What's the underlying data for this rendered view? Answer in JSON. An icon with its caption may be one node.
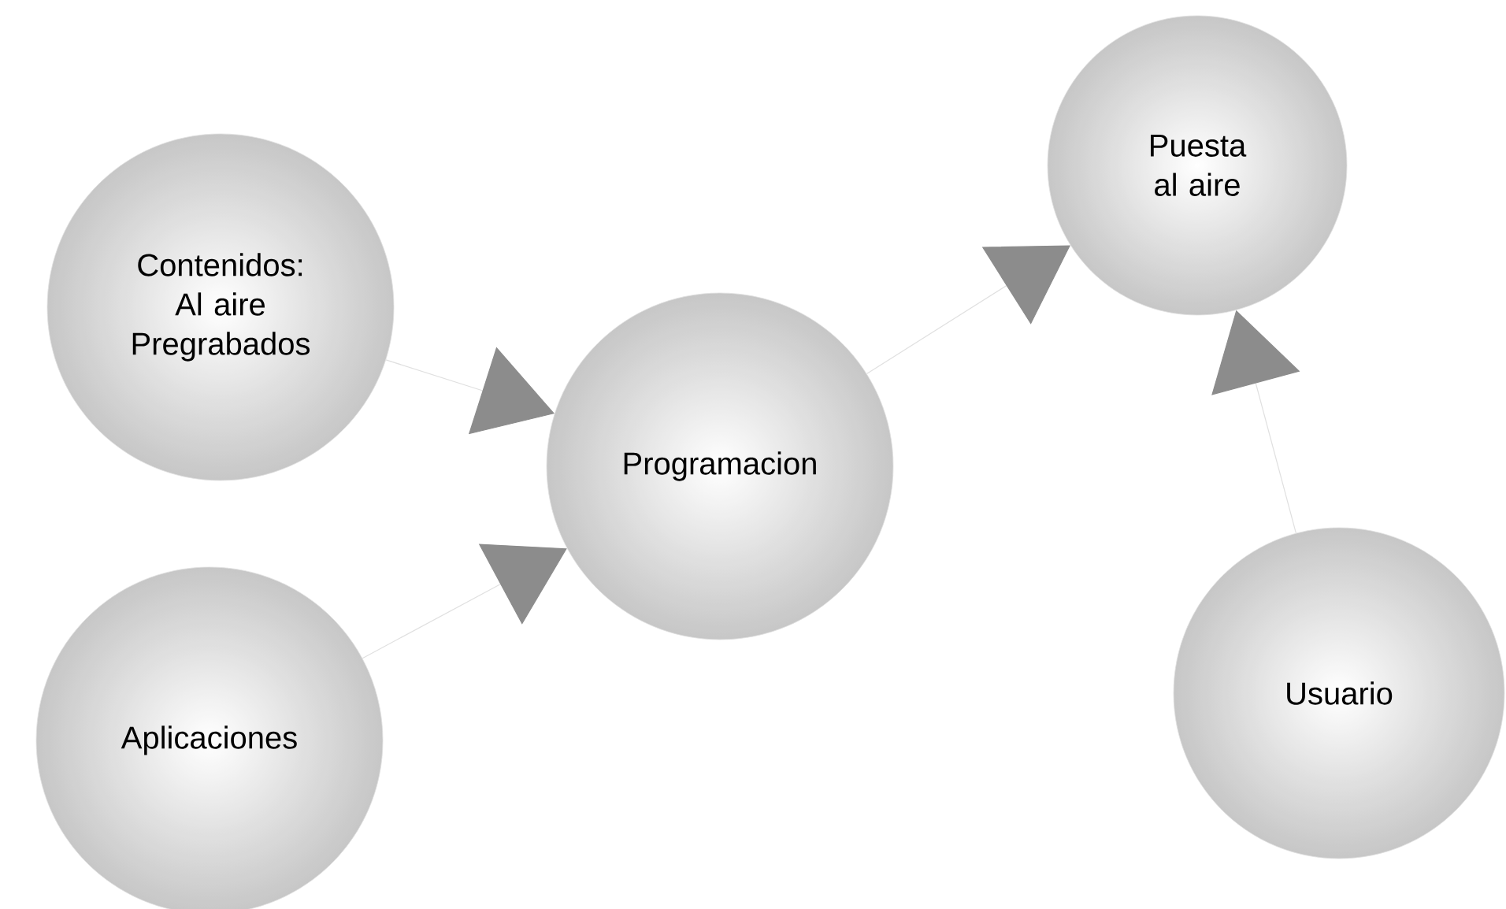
{
  "diagram": {
    "nodes": [
      {
        "text": [
          "Contenidos: Al aire Pregrabados"
        ]
      },
      {
        "text": [
          "Aplicaciones"
        ]
      },
      {
        "text": [
          "Programacion"
        ]
      },
      {
        "text": [
          "Puesta al aire"
        ]
      },
      {
        "text": [
          "Usuario"
        ]
      }
    ],
    "edges": [
      {
        "from": 0,
        "to": 2,
        "arrow": "to"
      },
      {
        "from": 1,
        "to": 2,
        "arrow": "to"
      },
      {
        "from": 2,
        "to": 3,
        "arrow": "to"
      },
      {
        "from": 4,
        "to": 3,
        "arrow": "to"
      }
    ]
  }
}
